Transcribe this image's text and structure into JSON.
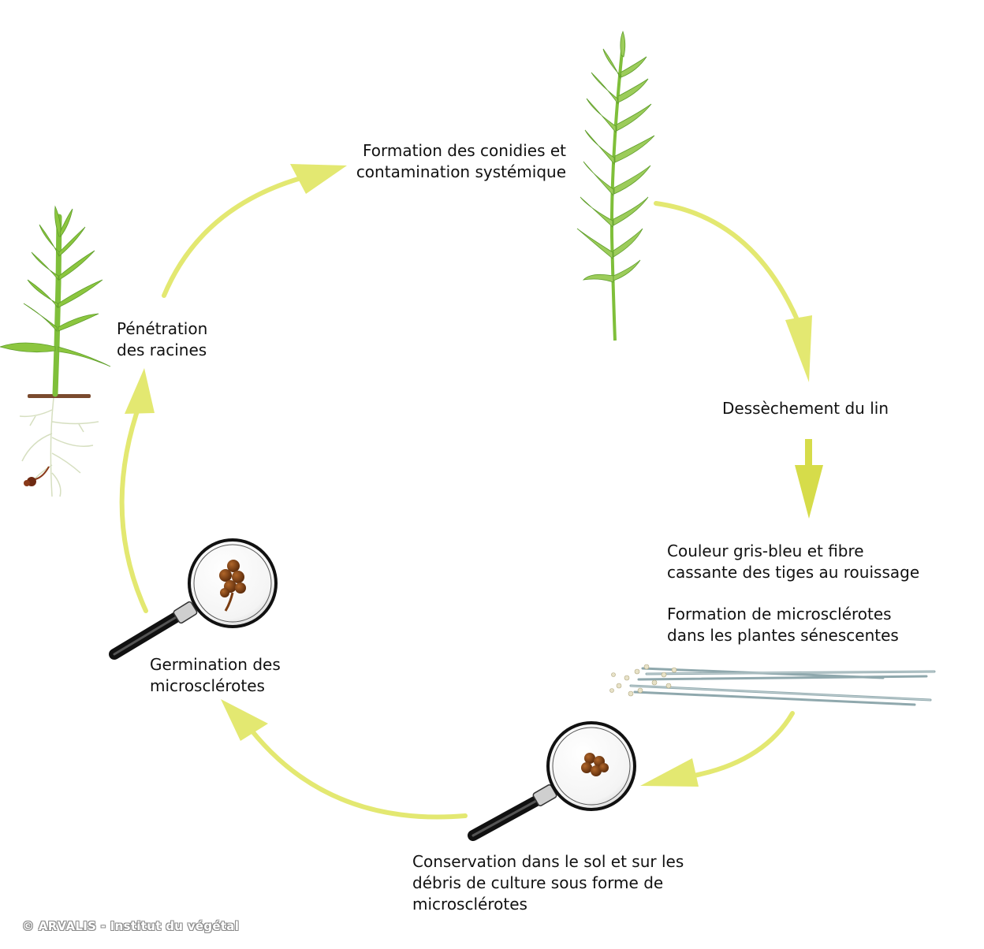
{
  "stages": {
    "formation_conidies": [
      "Formation des conidies et",
      "contamination systémique"
    ],
    "dessechement": [
      "Dessèchement du lin"
    ],
    "couleur": [
      "Couleur gris-bleu et fibre",
      "cassante des tiges au rouissage"
    ],
    "formation_microsclerotes": [
      "Formation de microsclérotes",
      "dans les plantes sénescentes"
    ],
    "conservation": [
      "Conservation dans le sol et sur les",
      "débris de culture sous forme de",
      "microsclérotes"
    ],
    "germination": [
      "Germination des",
      "microsclérotes"
    ],
    "penetration": [
      "Pénétration",
      "des racines"
    ]
  },
  "copyright": "© ARVALIS - Institut du végétal",
  "colors": {
    "arrow": "#e3e871",
    "arrow_dark": "#d6dc4a",
    "leaf": "#8cc63f",
    "leaf_dark": "#5f9e2a",
    "stem_dry": "#8fa8ad",
    "sclerote": "#7a3d12",
    "soil": "#7a4a2e"
  },
  "icons": [
    "plant-young-icon",
    "plant-mature-icon",
    "dry-stems-icon",
    "magnifier-icon"
  ]
}
